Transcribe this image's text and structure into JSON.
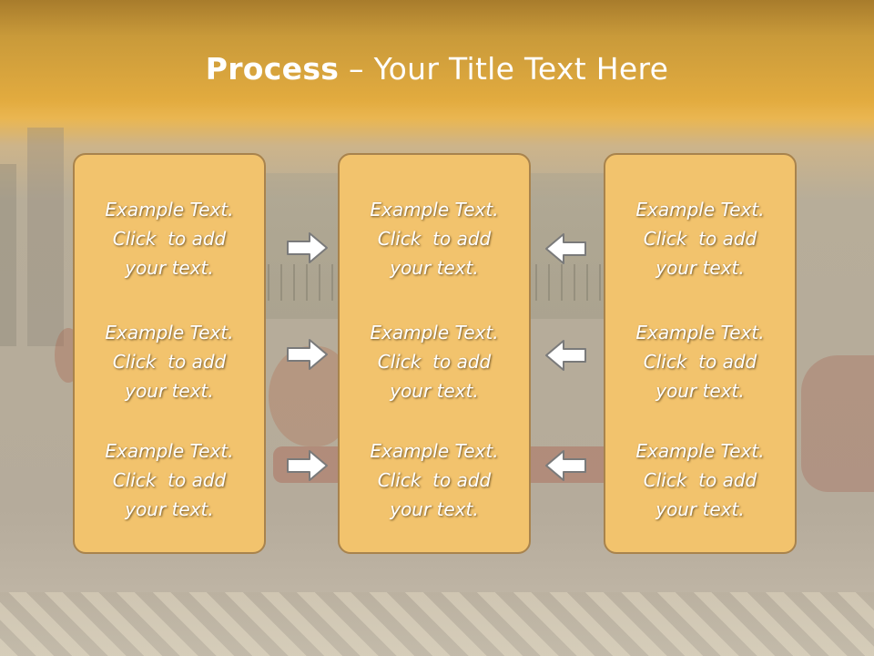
{
  "slide": {
    "title_bold": "Process",
    "title_rest": " – Your Title Text Here",
    "columns": [
      {
        "blocks": [
          {
            "line1": "Example Text.",
            "line2": "Click  to add",
            "line3": "your text."
          },
          {
            "line1": "Example Text.",
            "line2": "Click  to add",
            "line3": "your text."
          },
          {
            "line1": "Example Text.",
            "line2": "Click  to add",
            "line3": "your text."
          }
        ]
      },
      {
        "blocks": [
          {
            "line1": "Example Text.",
            "line2": "Click  to add",
            "line3": "your text."
          },
          {
            "line1": "Example Text.",
            "line2": "Click  to add",
            "line3": "your text."
          },
          {
            "line1": "Example Text.",
            "line2": "Click  to add",
            "line3": "your text."
          }
        ]
      },
      {
        "blocks": [
          {
            "line1": "Example Text.",
            "line2": "Click  to add",
            "line3": "your text."
          },
          {
            "line1": "Example Text.",
            "line2": "Click  to add",
            "line3": "your text."
          },
          {
            "line1": "Example Text.",
            "line2": "Click  to add",
            "line3": "your text."
          }
        ]
      }
    ],
    "arrows": {
      "left_group": "arrow-right-icon",
      "right_group": "arrow-left-icon"
    },
    "colors": {
      "box_fill": "#f2c36d",
      "box_border": "#a8834d",
      "title_band": "#e2ab3f",
      "arrow_fill": "#ffffff",
      "arrow_stroke": "#7a7a7a"
    }
  }
}
